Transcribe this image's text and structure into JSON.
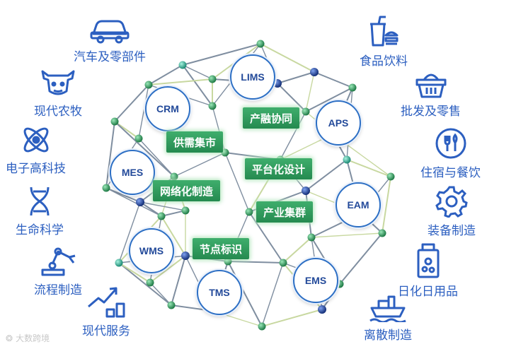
{
  "industries": [
    {
      "id": "auto",
      "label": "汽车及零部件",
      "icon": "car-icon"
    },
    {
      "id": "farm",
      "label": "现代农牧",
      "icon": "cow-icon"
    },
    {
      "id": "hitech",
      "label": "电子高科技",
      "icon": "atom-icon"
    },
    {
      "id": "life",
      "label": "生命科学",
      "icon": "dna-icon"
    },
    {
      "id": "process",
      "label": "流程制造",
      "icon": "robot-arm-icon"
    },
    {
      "id": "service",
      "label": "现代服务",
      "icon": "growth-chart-icon"
    },
    {
      "id": "food",
      "label": "食品饮料",
      "icon": "drink-burger-icon"
    },
    {
      "id": "retail",
      "label": "批发及零售",
      "icon": "basket-icon"
    },
    {
      "id": "hotel",
      "label": "住宿与餐饮",
      "icon": "cutlery-icon"
    },
    {
      "id": "equipment",
      "label": "装备制造",
      "icon": "gear-icon"
    },
    {
      "id": "fmcg",
      "label": "日化日用品",
      "icon": "bottle-icon"
    },
    {
      "id": "discrete",
      "label": "离散制造",
      "icon": "ship-icon"
    }
  ],
  "systems": [
    "LIMS",
    "CRM",
    "APS",
    "MES",
    "EAM",
    "WMS",
    "EMS",
    "TMS"
  ],
  "concepts": [
    "产融协同",
    "供需集市",
    "平台化设计",
    "网络化制造",
    "产业集群",
    "节点标识"
  ],
  "watermark": "大数跨境",
  "colors": {
    "accent_blue": "#2c5fc0",
    "node_green": "#2f9a5c",
    "node_blue": "#1f3e8f"
  }
}
